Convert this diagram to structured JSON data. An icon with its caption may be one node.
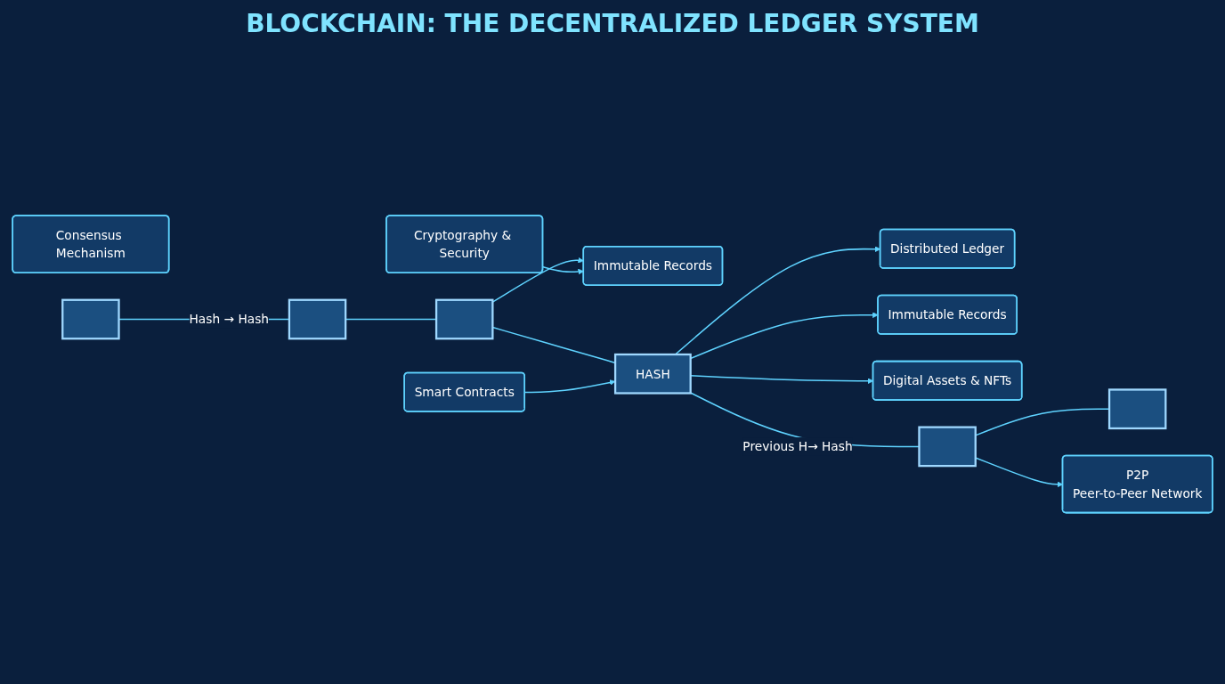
{
  "diagram": {
    "title": "BLOCKCHAIN: THE DECENTRALIZED LEDGER SYSTEM",
    "nodes": [
      {
        "text": [
          "Distributed Ledger"
        ]
      },
      {
        "text": [
          "P2P",
          "Peer-to-Peer Network"
        ]
      },
      {
        "text": [
          "Consensus Mechanism"
        ]
      },
      {
        "text": [
          "Immutable Records"
        ]
      },
      {
        "text": [
          "Immutable Records"
        ]
      },
      {
        "text": [
          "Cryptography & Security"
        ]
      },
      {
        "text": [
          "Smart Contracts"
        ]
      },
      {
        "text": [
          "Digital Assets & NFTs"
        ]
      },
      {
        "text": [],
        "shape": "box"
      },
      {
        "text": [],
        "shape": "box"
      },
      {
        "text": [],
        "shape": "box"
      },
      {
        "text": [
          "HASH"
        ]
      },
      {
        "text": [],
        "shape": "box"
      },
      {
        "text": [],
        "shape": "box"
      }
    ],
    "edges": [
      {
        "from": 8,
        "to": 9,
        "arrow": "none",
        "label": "Hash → Hash"
      },
      {
        "from": 9,
        "to": 10,
        "arrow": "none"
      },
      {
        "from": 10,
        "to": 11,
        "arrow": "none"
      },
      {
        "from": 11,
        "to": 12,
        "arrow": "none",
        "label": "Previous H→ Hash"
      },
      {
        "from": 12,
        "to": 13,
        "arrow": "none"
      },
      {
        "from": 11,
        "to": 0,
        "arrow": "to"
      },
      {
        "from": 12,
        "to": 1,
        "arrow": "to"
      },
      {
        "from": 10,
        "to": 3,
        "arrow": "to"
      },
      {
        "from": 5,
        "to": 3,
        "arrow": "to"
      },
      {
        "from": 6,
        "to": 11,
        "arrow": "to"
      },
      {
        "from": 11,
        "to": 4,
        "arrow": "to"
      },
      {
        "from": 11,
        "to": 7,
        "arrow": "to"
      }
    ]
  }
}
